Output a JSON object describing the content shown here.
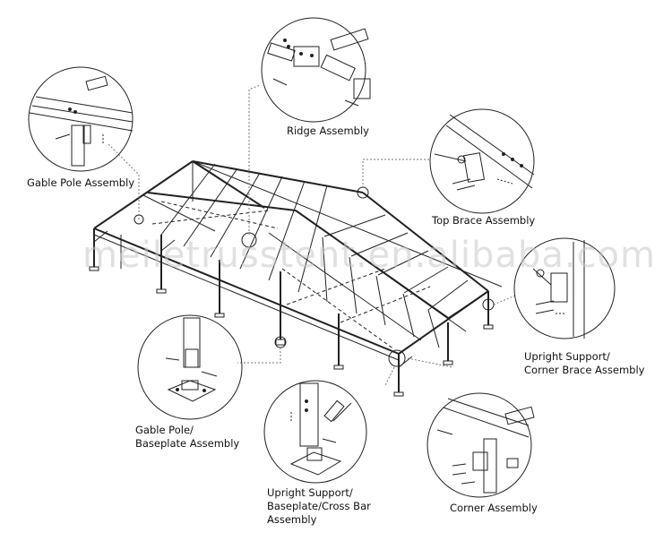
{
  "watermark": "meiletrusstent.en.alibaba.com",
  "labels": {
    "gable_pole": "Gable Pole Assembly",
    "ridge": "Ridge Assembly",
    "top_brace": "Top Brace Assembly",
    "upright_brace_line1": "Upright Support/",
    "upright_brace_line2": "Corner Brace Assembly",
    "gable_baseplate_line1": "Gable Pole/",
    "gable_baseplate_line2": "Baseplate Assembly",
    "upright_cross_line1": "Upright Support/",
    "upright_cross_line2": "Baseplate/Cross Bar",
    "upright_cross_line3": "Assembly",
    "corner": "Corner Assembly"
  }
}
